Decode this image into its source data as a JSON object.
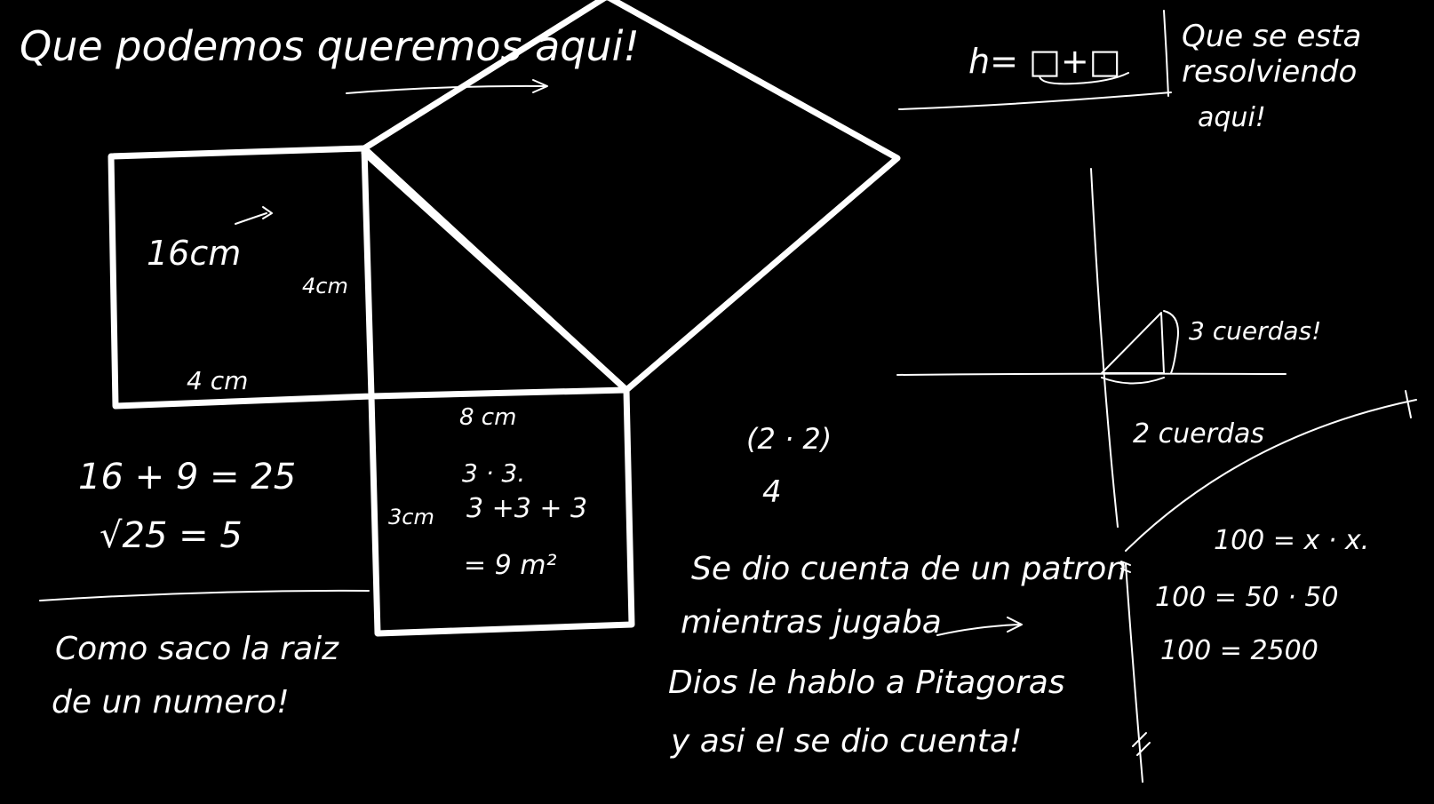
{
  "board": {
    "background": "#000000",
    "ink": "#ffffff"
  },
  "notes": {
    "top_left": "Que podemos queremos aqui!",
    "top_right_1": "Que se esta",
    "top_right_2": "resolviendo",
    "top_right_3": "aqui!",
    "formula": "h= □+□",
    "label_16cm": "16cm",
    "label_4cm_side": "4cm",
    "label_4cm_bottom": "4 cm",
    "label_8cm": "8 cm",
    "label_3x3": "3 · 3.",
    "label_3cm": "3cm",
    "label_sum": "3 +3 + 3",
    "label_9m2": "= 9 m²",
    "eq_sum": "16 + 9 = 25",
    "eq_sqrt": "√25 = 5",
    "question_1": "Como saco la raiz",
    "question_2": "de un numero!",
    "mul_2x2": "(2 · 2)",
    "result_4": "4",
    "story_1": "Se dio cuenta de un patron",
    "story_2": "mientras jugaba",
    "story_3": "Dios le hablo a Pitagoras",
    "story_4": "y asi el se dio cuenta!",
    "tri_vertical": "3 cuerdas!",
    "tri_horizontal": "2 cuerdas",
    "sq_eq_1": "100 = x · x.",
    "sq_eq_2": "100 = 50 · 50",
    "sq_eq_3": "100 = 2500"
  }
}
